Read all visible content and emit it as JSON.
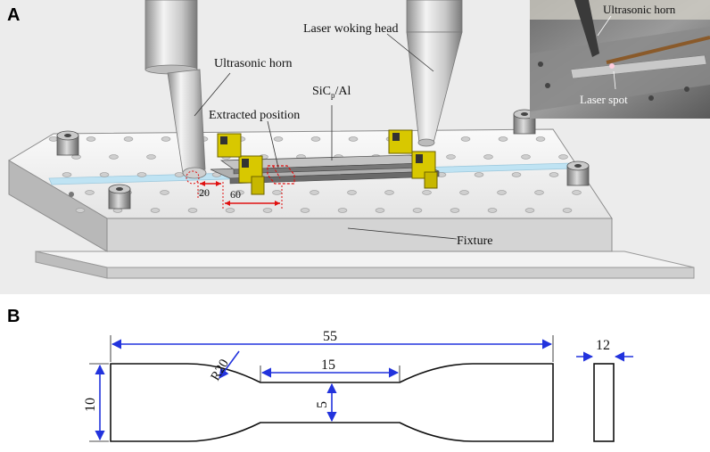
{
  "panel_a": {
    "letter": "A",
    "labels": {
      "ultrasonic_horn": "Ultrasonic horn",
      "laser_head": "Laser woking head",
      "sic_base": "SiC",
      "sic_sub": "p",
      "sic_tail": "/Al",
      "extracted_position": "Extracted position",
      "dim_20": "20",
      "dim_60": "60",
      "fixture": "Fixture"
    },
    "inset": {
      "ultrasonic_horn": "Ultrasonic horn",
      "laser_spot": "Laser spot"
    }
  },
  "panel_b": {
    "letter": "B",
    "dims": {
      "length": "55",
      "radius": "R20",
      "gauge_length": "15",
      "height": "10",
      "gauge_width": "5",
      "thickness": "12"
    }
  },
  "colors": {
    "dimension_blue": "#2233dd",
    "clamp_yellow": "#d8c800",
    "dimension_red": "#e01010",
    "background_gray": "#ececec"
  }
}
